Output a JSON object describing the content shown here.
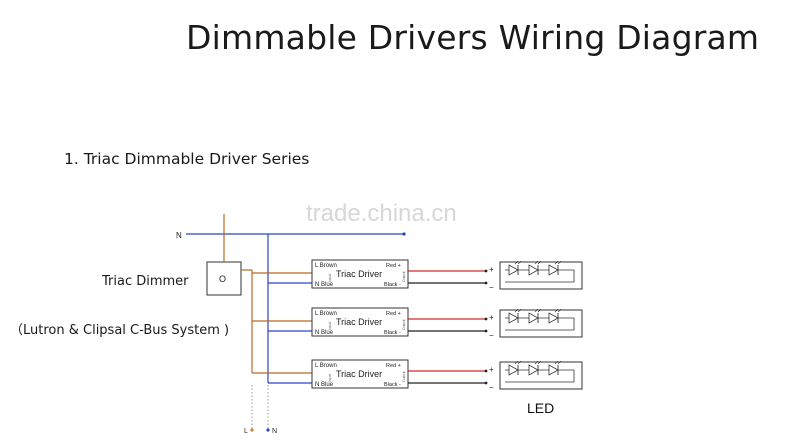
{
  "title": "Dimmable Drivers Wiring Diagram",
  "section_heading": "1. Triac Dimmable Driver Series",
  "watermark": "trade.china.cn",
  "left_labels": {
    "dimmer": "Triac Dimmer",
    "system": "（Lutron & Clipsal C-Bus System )"
  },
  "mains": {
    "n_top": "N",
    "l_bottom": "L",
    "n_bottom": "N"
  },
  "dimmer_symbol": "O",
  "driver": {
    "name": "Triac Driver",
    "l_brown": "L Brown",
    "n_blue": "N Blue",
    "red_plus": "Red +",
    "black_minus": "Black -",
    "input_side": "Input",
    "output_side": "Output"
  },
  "led_terminal": {
    "plus": "+",
    "minus": "−"
  },
  "led_label": "LED",
  "driver_count": 3,
  "colors": {
    "brown_wire": "#b86a24",
    "blue_wire": "#2b45c9",
    "red_wire": "#d32a2a",
    "black_wire": "#222222",
    "outline": "#333333"
  }
}
